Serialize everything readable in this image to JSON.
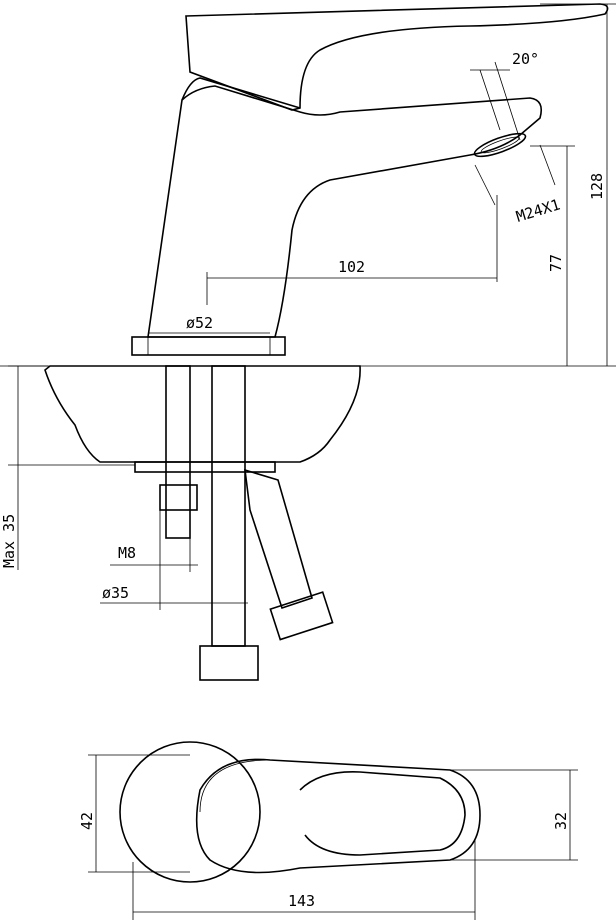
{
  "drawing": {
    "side_view": {
      "angle_label": "20°",
      "thread_label": "M24X1",
      "total_height_label": "128",
      "spout_height_label": "77",
      "reach_label": "102",
      "base_diameter_label": "ø52",
      "max_counter_thickness_label": "Max 35",
      "stud_thread_label": "M8",
      "hole_diameter_label": "ø35"
    },
    "top_view": {
      "base_width_label": "42",
      "handle_width_label": "32",
      "total_length_label": "143"
    },
    "colors": {
      "line": "#000000",
      "background": "#ffffff"
    }
  }
}
